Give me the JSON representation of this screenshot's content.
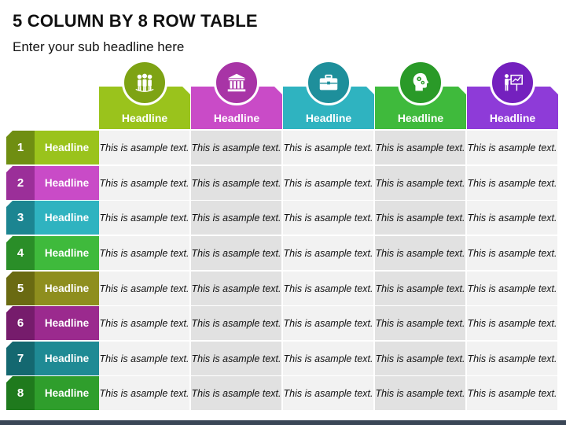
{
  "slide": {
    "title": "5 COLUMN BY 8 ROW TABLE",
    "subtitle": "Enter your sub headline here"
  },
  "columns": [
    {
      "label": "Headline",
      "icon": "team-icon",
      "color": "#9ac31c",
      "icon_color": "#7ea314"
    },
    {
      "label": "Headline",
      "icon": "bank-icon",
      "color": "#c94bc7",
      "icon_color": "#a834a6"
    },
    {
      "label": "Headline",
      "icon": "briefcase-icon",
      "color": "#2fb3c0",
      "icon_color": "#1e8f9b"
    },
    {
      "label": "Headline",
      "icon": "brain-gear-icon",
      "color": "#3fba3c",
      "icon_color": "#2a9a28"
    },
    {
      "label": "Headline",
      "icon": "presentation-icon",
      "color": "#8e3bd8",
      "icon_color": "#7420be"
    }
  ],
  "rows": [
    {
      "number": "1",
      "label": "Headline",
      "color": "#9ac31c",
      "dark": "#6f8e12"
    },
    {
      "number": "2",
      "label": "Headline",
      "color": "#c94bc7",
      "dark": "#9b2f99"
    },
    {
      "number": "3",
      "label": "Headline",
      "color": "#2fb3c0",
      "dark": "#1c8591"
    },
    {
      "number": "4",
      "label": "Headline",
      "color": "#3fba3c",
      "dark": "#2a8e28"
    },
    {
      "number": "5",
      "label": "Headline",
      "color": "#8e8e1e",
      "dark": "#6a6a12"
    },
    {
      "number": "6",
      "label": "Headline",
      "color": "#9b2a8e",
      "dark": "#761c6c"
    },
    {
      "number": "7",
      "label": "Headline",
      "color": "#1f8a94",
      "dark": "#146870"
    },
    {
      "number": "8",
      "label": "Headline",
      "color": "#2f9e2c",
      "dark": "#1f7a1d"
    }
  ],
  "cells": [
    [
      "This is a sample text.",
      "This is a sample text.",
      "This is a sample text.",
      "This is a sample text.",
      "This is a sample text."
    ],
    [
      "This is a sample text.",
      "This is a sample text.",
      "This is a sample text.",
      "This is a sample text.",
      "This is a sample text."
    ],
    [
      "This is a sample text.",
      "This is a sample text.",
      "This is a sample text.",
      "This is a sample text.",
      "This is a sample text."
    ],
    [
      "This is a sample text.",
      "This is a sample text.",
      "This is a sample text.",
      "This is a sample text.",
      "This is a sample text."
    ],
    [
      "This is a sample text.",
      "This is a sample text.",
      "This is a sample text.",
      "This is a sample text.",
      "This is a sample text."
    ],
    [
      "This is a sample text.",
      "This is a sample text.",
      "This is a sample text.",
      "This is a sample text.",
      "This is a sample text."
    ],
    [
      "This is a sample text.",
      "This is a sample text.",
      "This is a sample text.",
      "This is a sample text.",
      "This is a sample text."
    ],
    [
      "This is a sample text.",
      "This is a sample text.",
      "This is a sample text.",
      "This is a sample text.",
      "This is a sample text."
    ]
  ]
}
